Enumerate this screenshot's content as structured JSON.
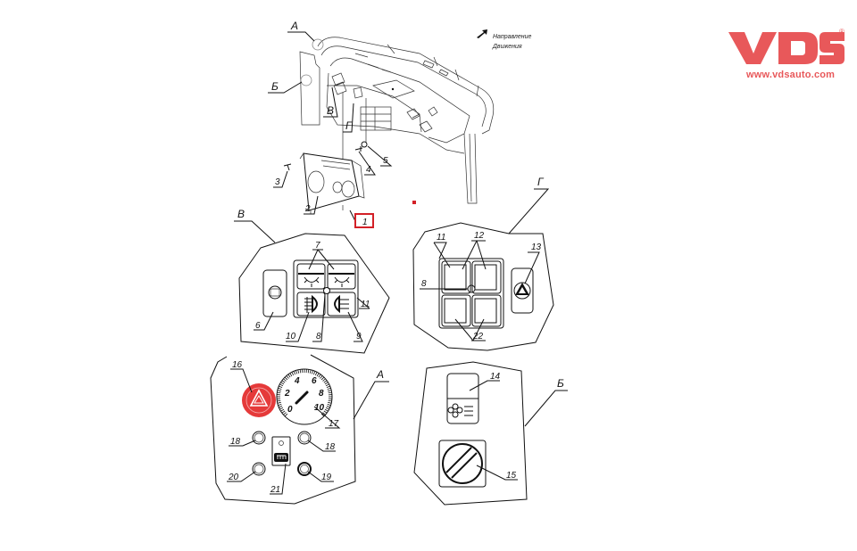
{
  "brand": {
    "name": "VDS",
    "registered_mark": "®",
    "website": "www.vdsauto.com",
    "color": "#e8585a"
  },
  "direction_note": {
    "line1": "Направление",
    "line2": "Движения",
    "icon": "arrow-direction-icon"
  },
  "callouts": {
    "A": "А",
    "B": "Б",
    "V": "В",
    "G": "Г"
  },
  "part_numbers": {
    "p1": "1",
    "p2": "2",
    "p3": "3",
    "p4": "4",
    "p5": "5",
    "p6": "6",
    "p7": "7",
    "p8": "8",
    "p8b": "8",
    "p9": "9",
    "p10": "10",
    "p11": "11",
    "p11b": "11",
    "p12": "12",
    "p13": "13",
    "p14": "14",
    "p15": "15",
    "p16": "16",
    "p17": "17",
    "p18a": "18",
    "p18b": "18",
    "p19": "19",
    "p20": "20",
    "p21": "21",
    "p22": "22"
  },
  "highlighted_part": "1",
  "gauge": {
    "ticks": [
      "0",
      "2",
      "4",
      "6",
      "8",
      "10"
    ]
  },
  "colors": {
    "highlight_box": "#d32027",
    "hazard_red": "#e53a3a",
    "line": "#111111"
  }
}
